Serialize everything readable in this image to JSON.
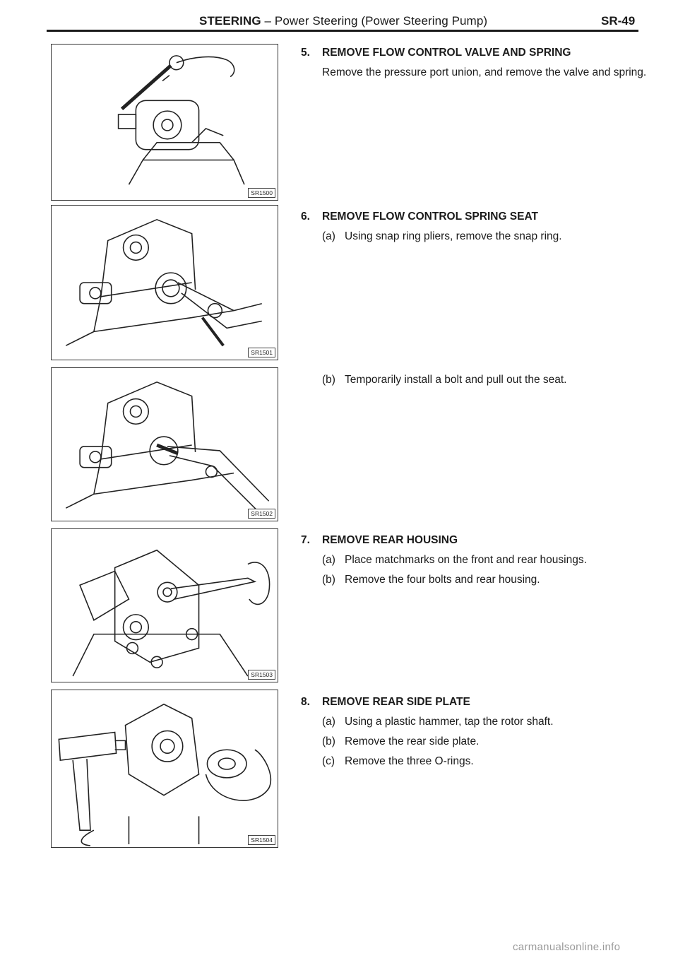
{
  "header": {
    "title_main": "STEERING",
    "title_rest": " – Power Steering (Power Steering Pump)",
    "page_number": "SR-49"
  },
  "figures": [
    {
      "code": "SR1500"
    },
    {
      "code": "SR1501"
    },
    {
      "code": "SR1502"
    },
    {
      "code": "SR1503"
    },
    {
      "code": "SR1504"
    }
  ],
  "steps": {
    "s5": {
      "num": "5.",
      "title": "REMOVE FLOW CONTROL VALVE AND SPRING",
      "text": "Remove the pressure port union, and remove the valve and spring."
    },
    "s6": {
      "num": "6.",
      "title": "REMOVE FLOW CONTROL SPRING SEAT",
      "a_label": "(a)",
      "a_text": "Using snap ring pliers, remove the snap ring.",
      "b_label": "(b)",
      "b_text": "Temporarily install a bolt and pull out the seat."
    },
    "s7": {
      "num": "7.",
      "title": "REMOVE REAR HOUSING",
      "a_label": "(a)",
      "a_text": "Place matchmarks on the front and rear housings.",
      "b_label": "(b)",
      "b_text": "Remove the four bolts and rear housing."
    },
    "s8": {
      "num": "8.",
      "title": "REMOVE REAR SIDE PLATE",
      "a_label": "(a)",
      "a_text": "Using a plastic hammer, tap the rotor shaft.",
      "b_label": "(b)",
      "b_text": "Remove the rear side plate.",
      "c_label": "(c)",
      "c_text": "Remove the three O-rings."
    }
  },
  "watermark": "carmanualsonline.info"
}
